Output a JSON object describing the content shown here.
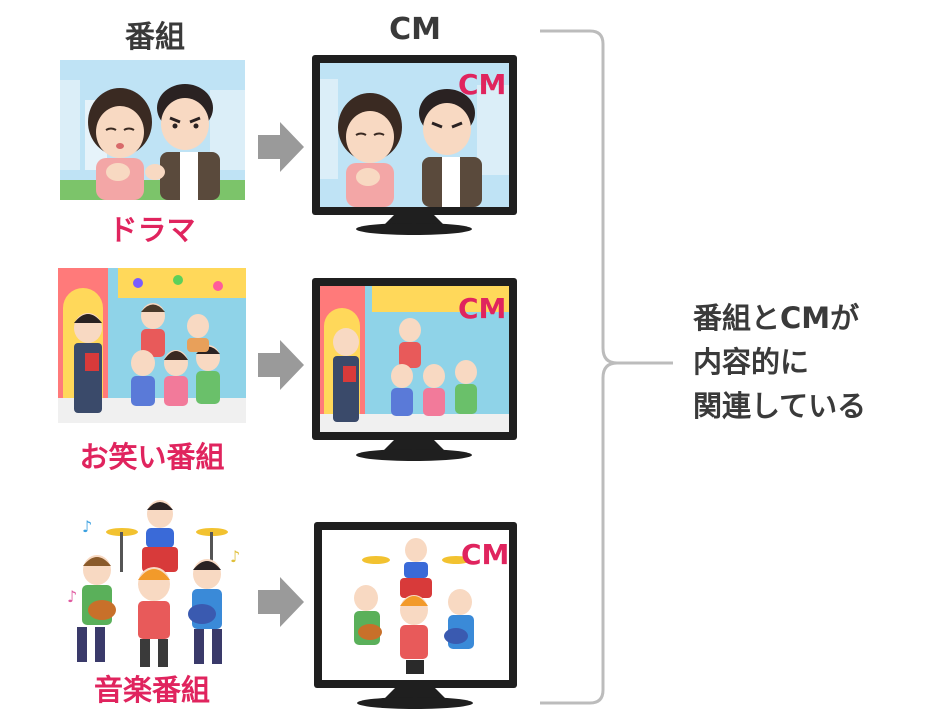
{
  "headers": {
    "program": "番組",
    "cm": "CM"
  },
  "rows": [
    {
      "program_label": "ドラマ",
      "scene": "drama",
      "cm_tag": "CM"
    },
    {
      "program_label": "お笑い番組",
      "scene": "comedy",
      "cm_tag": "CM"
    },
    {
      "program_label": "音楽番組",
      "scene": "music",
      "cm_tag": "CM"
    }
  ],
  "summary": {
    "lines": [
      "番組とCMが",
      "内容的に",
      "関連している"
    ]
  },
  "colors": {
    "accent": "#e0245e",
    "text": "#3a3a3a",
    "arrow": "#9a9a9a",
    "bracket": "#bcbcbc"
  }
}
